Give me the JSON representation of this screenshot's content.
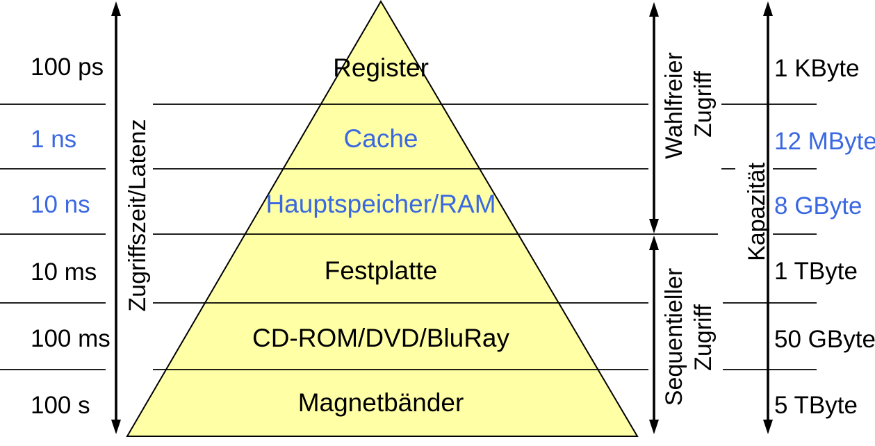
{
  "colors": {
    "pyramid_fill": "#FFFFA6",
    "accent_blue": "#3A68E0",
    "text_black": "#000000",
    "line_black": "#000000",
    "background": "#FFFFFF"
  },
  "axes": {
    "access_time": {
      "label": "Zugriffszeit/Latenz"
    },
    "random_access": {
      "line1": "Wahlfreier",
      "line2": "Zugriff"
    },
    "sequential_access": {
      "line1": "Sequentieller",
      "line2": "Zugriff"
    },
    "capacity": {
      "label": "Kapazität"
    }
  },
  "levels": [
    {
      "name": "Register",
      "access_time": "100 ps",
      "capacity": "1 KByte",
      "color": "#000000"
    },
    {
      "name": "Cache",
      "access_time": "1 ns",
      "capacity": "12 MByte",
      "color": "#3A68E0"
    },
    {
      "name": "Hauptspeicher/RAM",
      "access_time": "10 ns",
      "capacity": "8 GByte",
      "color": "#3A68E0"
    },
    {
      "name": "Festplatte",
      "access_time": "10 ms",
      "capacity": "1 TByte",
      "color": "#000000"
    },
    {
      "name": "CD-ROM/DVD/BluRay",
      "access_time": "100 ms",
      "capacity": "50 GByte",
      "color": "#000000"
    },
    {
      "name": "Magnetbänder",
      "access_time": "100 s",
      "capacity": "5 TByte",
      "color": "#000000"
    }
  ]
}
